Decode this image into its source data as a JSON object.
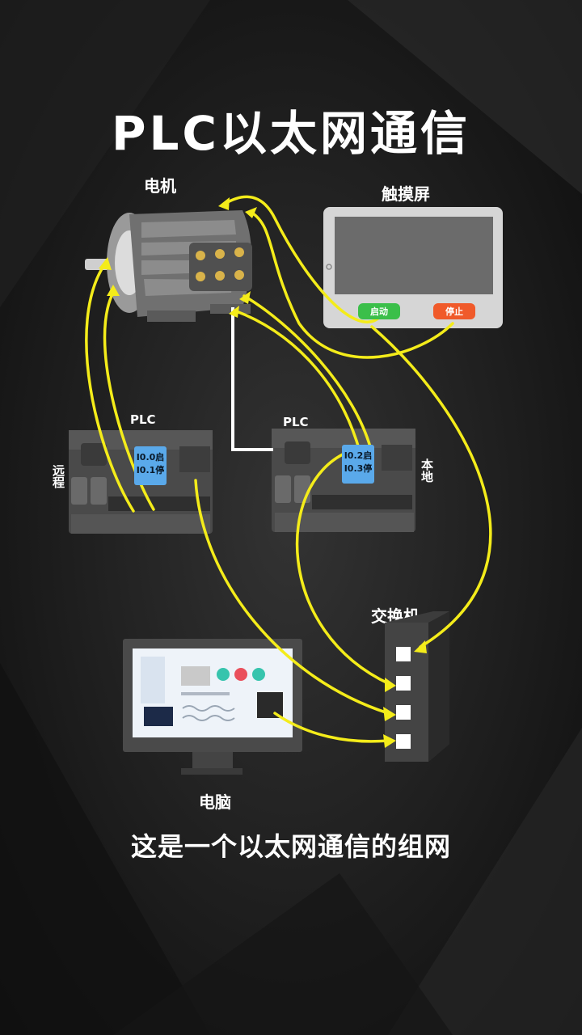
{
  "title": "PLC以太网通信",
  "devices": {
    "motor_label": "电机",
    "hmi_label": "触摸屏",
    "plc_left_label": "PLC",
    "plc_right_label": "PLC",
    "remote_label": "远程",
    "local_label": "本地",
    "switch_label": "交换机",
    "pc_label": "电脑"
  },
  "hmi": {
    "start_button": "启动",
    "stop_button": "停止",
    "start_color": "#3bbf4a",
    "stop_color": "#f05a2a"
  },
  "plc_left_io": {
    "line1": "I0.0启",
    "line2": "I0.1停"
  },
  "plc_right_io": {
    "line1": "I0.2启",
    "line2": "I0.3停"
  },
  "caption": "这是一个以太网通信的组网",
  "colors": {
    "wire": "#f4ec1a",
    "cable": "#ffffff",
    "io_box": "#5aa9ea"
  }
}
